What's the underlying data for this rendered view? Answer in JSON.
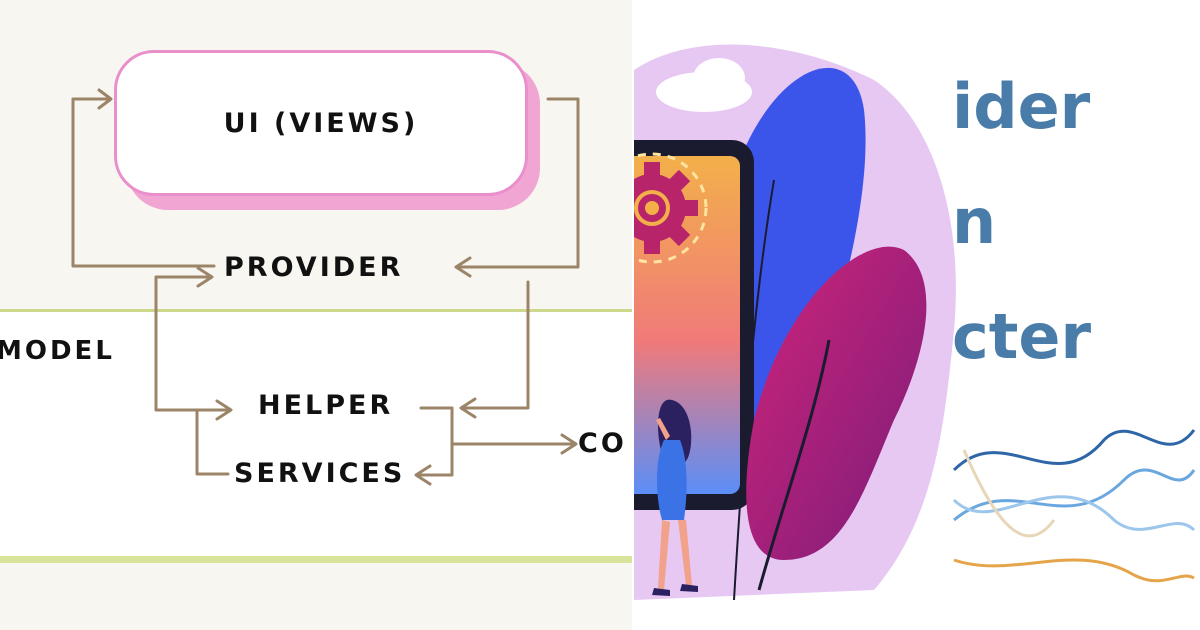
{
  "diagram": {
    "nodes": {
      "ui": "UI (VIEWS)",
      "provider": "PROVIDER",
      "model": "MODEL",
      "helper": "HELPER",
      "services": "SERVICES",
      "co": "CO"
    },
    "colors": {
      "background": "#f8f6f1",
      "ui_border": "#e98fcc",
      "ui_shadow": "#f1a5d3",
      "arrow": "#9c8468",
      "band_line": "#cdd98a"
    }
  },
  "illustration": {
    "title_lines": [
      "ider",
      "n",
      "cter"
    ],
    "title_color": "#4a7ca9",
    "icons": [
      "gear-icon",
      "cloud-icon",
      "person-figure"
    ]
  }
}
